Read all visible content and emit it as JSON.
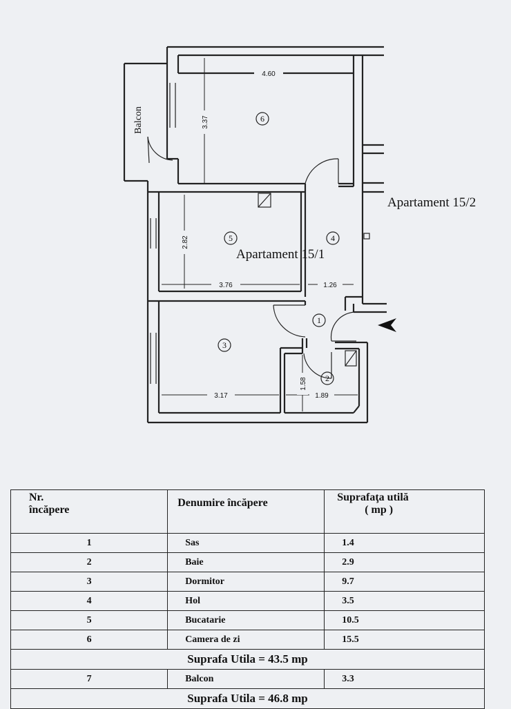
{
  "plan": {
    "balcony_label": "Balcon",
    "apartment_label": "Apartament 15/1",
    "neighbor_label": "Apartament 15/2",
    "dimensions": {
      "living_width": "4.60",
      "living_height": "3.37",
      "kitchen_width": "3.76",
      "kitchen_height": "2.82",
      "hall_width": "1.26",
      "bedroom_width": "3.17",
      "bath_width": "1.89",
      "bath_height": "1.58"
    },
    "room_numbers": {
      "r1": "1",
      "r2": "2",
      "r3": "3",
      "r4": "4",
      "r5": "5",
      "r6": "6"
    }
  },
  "table": {
    "headers": {
      "nr_line1": "Nr.",
      "nr_line2": "încăpere",
      "name": "Denumire încăpere",
      "area_line1": "Suprafaţa utilă",
      "area_line2": "( mp )"
    },
    "rows": [
      {
        "nr": "1",
        "name": "Sas",
        "area": "1.4"
      },
      {
        "nr": "2",
        "name": "Baie",
        "area": "2.9"
      },
      {
        "nr": "3",
        "name": "Dormitor",
        "area": "9.7"
      },
      {
        "nr": "4",
        "name": "Hol",
        "area": "3.5"
      },
      {
        "nr": "5",
        "name": "Bucatarie",
        "area": "10.5"
      },
      {
        "nr": "6",
        "name": "Camera de zi",
        "area": "15.5"
      }
    ],
    "subtotal": "Suprafa Utila  = 43.5 mp",
    "balcony_row": {
      "nr": "7",
      "name": "Balcon",
      "area": "3.3"
    },
    "total": "Suprafa Utila  = 46.8 mp"
  }
}
